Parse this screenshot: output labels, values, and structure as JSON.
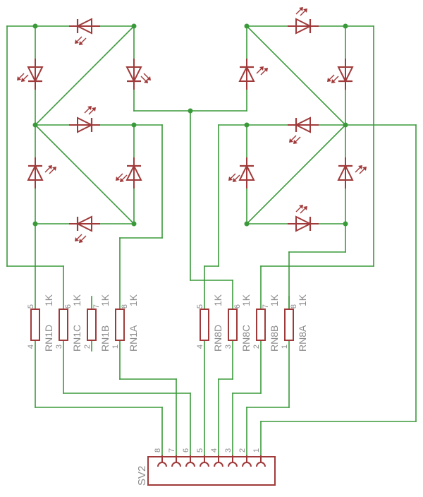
{
  "resistor_networks": [
    {
      "name": "RN1D",
      "value": "1K",
      "pin_top": "5",
      "pin_bottom": "4"
    },
    {
      "name": "RN1C",
      "value": "1K",
      "pin_top": "6",
      "pin_bottom": "3"
    },
    {
      "name": "RN1B",
      "value": "1K",
      "pin_top": "7",
      "pin_bottom": "2"
    },
    {
      "name": "RN1A",
      "value": "1K",
      "pin_top": "8",
      "pin_bottom": "1"
    },
    {
      "name": "RN8D",
      "value": "1K",
      "pin_top": "5",
      "pin_bottom": "4"
    },
    {
      "name": "RN8C",
      "value": "1K",
      "pin_top": "6",
      "pin_bottom": "3"
    },
    {
      "name": "RN8B",
      "value": "1K",
      "pin_top": "7",
      "pin_bottom": "2"
    },
    {
      "name": "RN8A",
      "value": "1K",
      "pin_top": "8",
      "pin_bottom": "1"
    }
  ],
  "connector": {
    "name": "SV2",
    "pins": [
      "8",
      "7",
      "6",
      "5",
      "4",
      "3",
      "2",
      "1"
    ]
  },
  "colors": {
    "wire": "#3a9a3a",
    "part": "#a03a3a",
    "label": "#8c8c8c"
  },
  "icons": [
    "led-icon",
    "resistor-icon",
    "connector-icon"
  ]
}
